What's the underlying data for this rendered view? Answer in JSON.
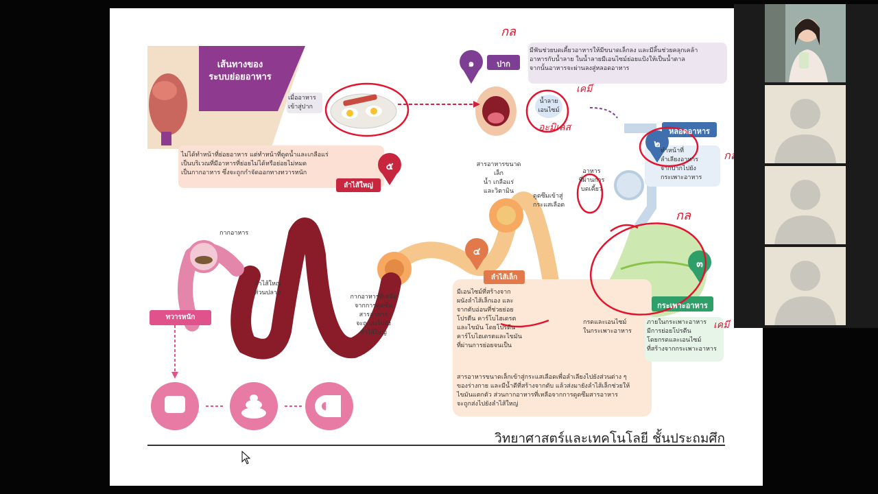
{
  "slide": {
    "title_line1": "เส้นทางของ",
    "title_line2": "ระบบย่อยอาหาร",
    "food_entry": [
      "เมื่ออาหาร",
      "เข้าสู่ปาก"
    ],
    "mouth_desc": [
      "มีฟันช่วยบดเคี้ยวอาหารให้มีขนาดเล็กลง และมีลิ้นช่วยคลุกเคล้า",
      "อาหารกับน้ำลาย ในน้ำลายมีเอนไซม์ย่อยแป้งให้เป็นน้ำตาล",
      "จากนั้นอาหารจะผ่านลงสู่หลอดอาหาร"
    ],
    "saliva": [
      "น้ำลาย",
      "เอนไซม์"
    ],
    "esophagus_desc": [
      "ทำหน้าที่",
      "ลำเลียงอาหาร",
      "จากปากไปยัง",
      "กระเพาะอาหาร"
    ],
    "chewed_food": [
      "อาหาร",
      "ที่ผ่านการ",
      "บดเคี้ยว"
    ],
    "large_intestine_desc": [
      "ไม่ได้ทำหน้าที่ย่อยอาหาร แต่ทำหน้าที่ดูดน้ำและเกลือแร่",
      "เป็นบริเวณที่มีอาหารที่ย่อยไม่ได้หรือย่อยไม่หมด",
      "เป็นกากอาหาร ซึ่งจะถูกกำจัดออกทางทวารหนัก"
    ],
    "small_nutrients": [
      "สารอาหารขนาดเล็ก",
      "น้ำ เกลือแร่",
      "และวิตามิน"
    ],
    "absorb_blood": [
      "ดูดซึมเข้าสู่",
      "กระแสเลือด"
    ],
    "feces_label": "กากอาหาร",
    "rectum_label": [
      "ลำไส้ใหญ่",
      "ส่วนปลาย"
    ],
    "anus_label": "ทวารหนัก",
    "leftover_desc": [
      "กากอาหารที่เหลือ",
      "จากการดูดซึม",
      "สารอาหาร",
      "จะถูกส่งไปยัง",
      "ลำไส้ใหญ่"
    ],
    "small_intestine_desc": [
      "มีเอนไซม์ที่สร้างจาก",
      "ผนังลำไส้เล็กเอง และ",
      "จากตับอ่อนที่ช่วยย่อย",
      "โปรตีน คาร์โบไฮเดรต",
      "และไขมัน โดยโปรตีน",
      "คาร์โบไฮเดรตและไขมัน",
      "ที่ผ่านการย่อยจนเป็น"
    ],
    "small_intestine_desc_wide": [
      "สารอาหารขนาดเล็กเข้าสู่กระแสเลือดเพื่อลำเลียงไปยังส่วนต่าง ๆ",
      "ของร่างกาย และมีน้ำดีที่สร้างจากตับ แล้วส่งมายังลำไส้เล็กช่วยให้",
      "ไขมันแตกตัว ส่วนกากอาหารที่เหลือจากการดูดซึมสารอาหาร",
      "จะถูกส่งไปยังลำไส้ใหญ่"
    ],
    "stomach_acid": [
      "กรดและเอนไซม์",
      "ในกระเพาะอาหาร"
    ],
    "stomach_desc": [
      "ภายในกระเพาะอาหาร",
      "มีการย่อยโปรตีน",
      "โดยกรดและเอนไซม์",
      "ที่สร้างจากกระเพาะอาหาร"
    ],
    "tags": {
      "mouth": "ปาก",
      "esophagus": "หลอดอาหาร",
      "stomach": "กระเพาะอาหาร",
      "small_intestine": "ลำไส้เล็ก",
      "large_intestine": "ลำไส้ใหญ่"
    },
    "markers": {
      "m1": "๑",
      "m2": "๒",
      "m3": "๓",
      "m4": "๔",
      "m5": "๕"
    },
    "footer": "วิทยาศาสตร์และเทคโนโลยี ชั้นประถมศึก",
    "annotations": {
      "kon1": "กล",
      "kon2": "กล",
      "kon3": "กล",
      "kem": "เคมี",
      "kemi_word": "อะมิเลส",
      "kem2": "เคมี"
    }
  },
  "colors": {
    "purple": "#8e3b8f",
    "pink": "#e0528b",
    "orange": "#f0a05a",
    "dark_red": "#8a1c2a",
    "green": "#33b27f",
    "blue": "#5a7fb3",
    "annotation_red": "#e5122e"
  },
  "icons": [
    "toilet-icon",
    "poop-icon",
    "toilet-paper-icon"
  ],
  "video_panel": {
    "participants": [
      "presenter",
      "participant-2",
      "participant-3",
      "participant-4"
    ]
  }
}
